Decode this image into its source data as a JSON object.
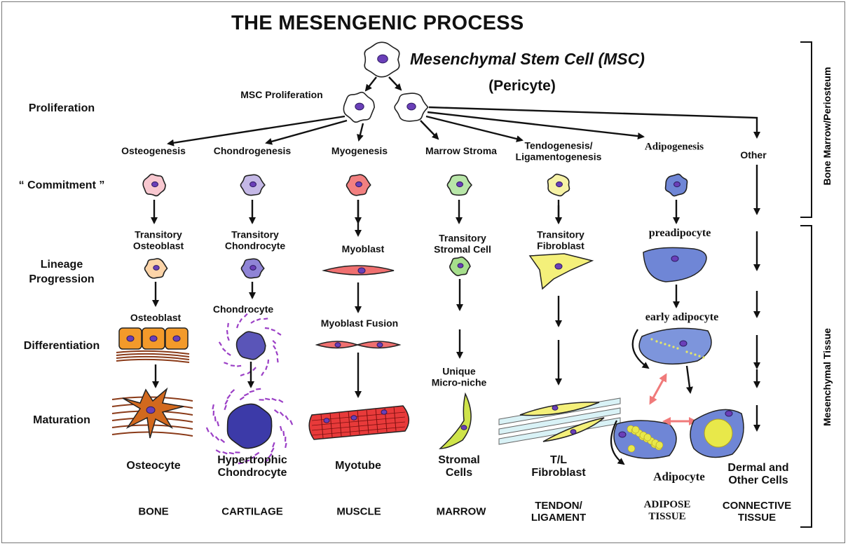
{
  "title": "THE MESENGENIC PROCESS",
  "stem_cell": {
    "label": "Mesenchymal Stem Cell (MSC)",
    "sublabel": "(Pericyte)",
    "proliferation": "MSC Proliferation"
  },
  "row_labels": {
    "proliferation": "Proliferation",
    "commitment": "“ Commitment ”",
    "lineage_line1": "Lineage",
    "lineage_line2": "Progression",
    "differentiation": "Differentiation",
    "maturation": "Maturation"
  },
  "side_labels": {
    "top": "Bone Marrow/Periosteum",
    "bottom": "Mesenchymal Tissue"
  },
  "lineages": [
    {
      "process": "Osteogenesis",
      "stages": [
        "Transitory\nOsteoblast",
        "Osteoblast"
      ],
      "final": "Osteocyte",
      "tissue": "BONE",
      "color": "#f8c8d0"
    },
    {
      "process": "Chondrogenesis",
      "stages": [
        "Transitory\nChondrocyte",
        "Chondrocyte"
      ],
      "final": "Hypertrophic\nChondrocyte",
      "tissue": "CARTILAGE",
      "color": "#c4b8e6"
    },
    {
      "process": "Myogenesis",
      "stages": [
        "Myoblast",
        "Myoblast Fusion"
      ],
      "final": "Myotube",
      "tissue": "MUSCLE",
      "color": "#f28080"
    },
    {
      "process": "Marrow Stroma",
      "stages": [
        "Transitory\nStromal Cell",
        "Unique\nMicro-niche"
      ],
      "final": "Stromal\nCells",
      "tissue": "MARROW",
      "color": "#b8e6a8"
    },
    {
      "process": "Tendogenesis/\nLigamentogenesis",
      "stages": [
        "Transitory\nFibroblast"
      ],
      "final": "T/L\nFibroblast",
      "tissue": "TENDON/\nLIGAMENT",
      "color": "#f6f2a6"
    },
    {
      "process": "Adipogenesis",
      "stages": [
        "preadipocyte",
        "early adipocyte"
      ],
      "final": "Adipocyte",
      "tissue": "ADIPOSE\nTISSUE",
      "color": "#6f86d6"
    },
    {
      "process": "Other",
      "stages": [],
      "final": "Dermal and\nOther Cells",
      "tissue": "CONNECTIVE\nTISSUE",
      "color": "#ffffff"
    }
  ]
}
